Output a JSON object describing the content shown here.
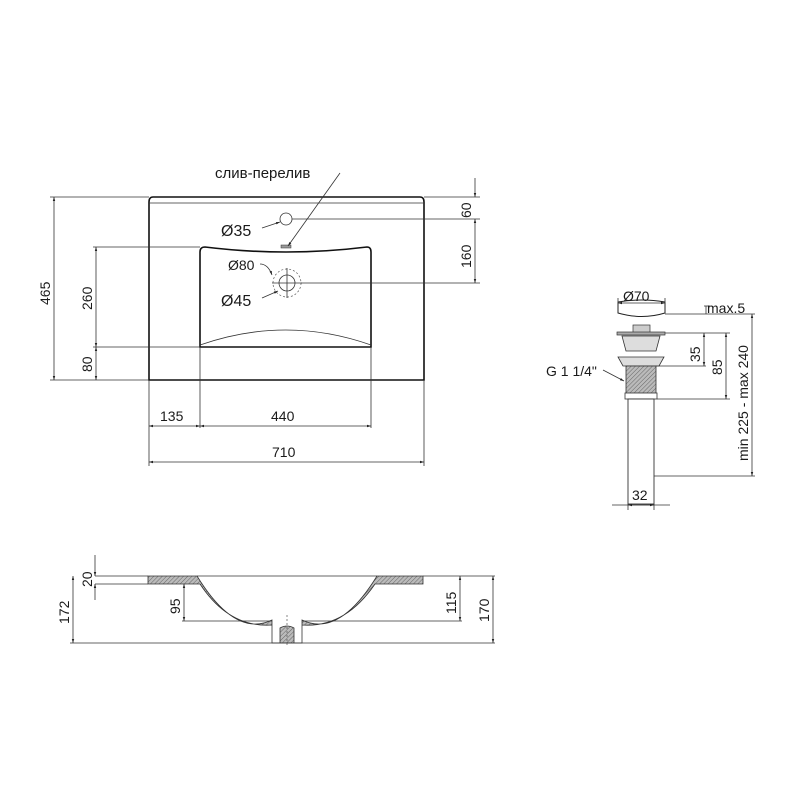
{
  "top_view": {
    "overflow_label": "слив-перелив",
    "tap_hole": "Ø35",
    "drain_outer": "Ø80",
    "drain_inner": "Ø45",
    "dims": {
      "total_depth": "465",
      "bowl_depth": "260",
      "front_rim": "80",
      "rear_to_tap": "60",
      "tap_to_drain": "160",
      "left_rim": "135",
      "bowl_width": "440",
      "total_width": "710"
    }
  },
  "drain_view": {
    "cap_diameter": "Ø70",
    "cap_lift": "max.5",
    "flange_height": "35",
    "body_height": "85",
    "thread": "G 1 1/4\"",
    "total_length": "min 225 - max 240",
    "pipe_diameter": "32"
  },
  "section_view": {
    "rim_thickness": "20",
    "total_height": "172",
    "bowl_depth_left": "95",
    "bowl_depth_right": "115",
    "height_right": "170"
  }
}
